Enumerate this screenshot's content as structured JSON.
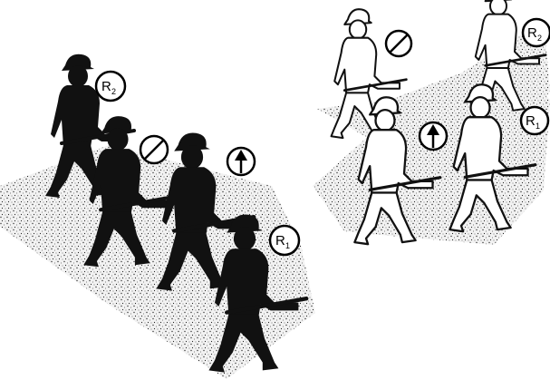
{
  "left_formation": {
    "style": "solid",
    "silhouette_color": "#111111",
    "badges": [
      {
        "kind": "rifleman",
        "letter": "R",
        "number": "2"
      },
      {
        "kind": "grenadier",
        "symbol": "slashed-circle"
      },
      {
        "kind": "team-leader",
        "symbol": "arrow-up"
      },
      {
        "kind": "rifleman",
        "letter": "R",
        "number": "1"
      }
    ]
  },
  "right_formation": {
    "style": "outline",
    "badges": [
      {
        "kind": "grenadier",
        "symbol": "slashed-circle"
      },
      {
        "kind": "rifleman",
        "letter": "R",
        "number": "2"
      },
      {
        "kind": "team-leader",
        "symbol": "arrow-up"
      },
      {
        "kind": "rifleman",
        "letter": "R",
        "number": "1"
      }
    ]
  }
}
